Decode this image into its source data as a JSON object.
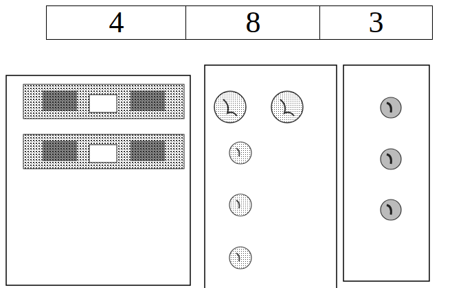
{
  "diagram": {
    "nodes": [
      {
        "text": [
          "4"
        ]
      },
      {
        "text": [
          "8"
        ]
      },
      {
        "text": [
          "3"
        ]
      }
    ]
  }
}
